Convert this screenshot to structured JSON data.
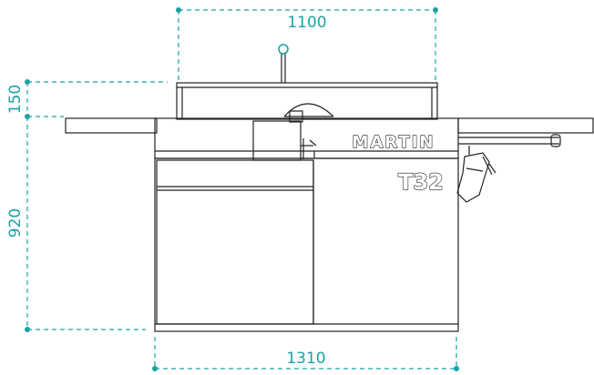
{
  "dimensions": {
    "top_width": "1100",
    "bottom_width": "1310",
    "fence_height": "150",
    "table_height": "920"
  },
  "machine": {
    "brand": "MARTIN",
    "model": "T32"
  },
  "colors": {
    "dimension": "#1aa3a3",
    "line": "#222222"
  }
}
